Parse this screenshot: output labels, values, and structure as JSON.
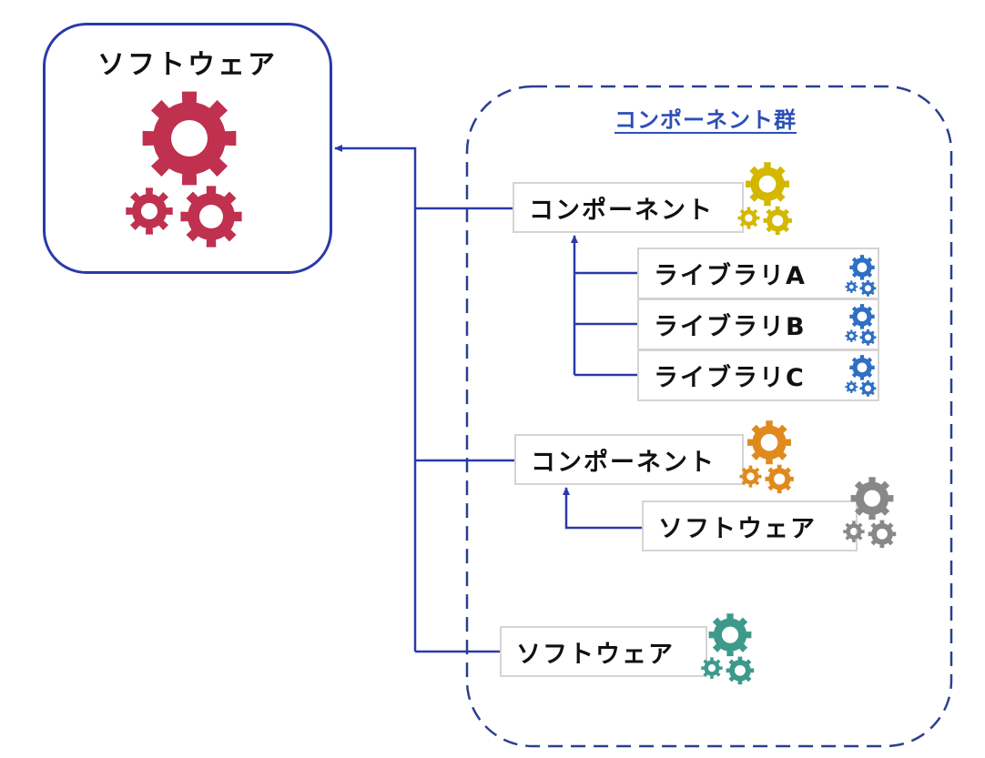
{
  "root": {
    "title": "ソフトウェア",
    "icon": "gears-icon",
    "color": "#c0304f"
  },
  "group": {
    "title": "コンポーネント群",
    "title_color": "#2c4fb7",
    "border_color": "#2b3f8f"
  },
  "connector_color": "#2a3aa8",
  "nodes": {
    "component1": {
      "label": "コンポーネント",
      "icon": "gears-icon",
      "color": "#d4b800"
    },
    "libA": {
      "label": "ライブラリA",
      "icon": "gears-icon",
      "color": "#2f6fc4"
    },
    "libB": {
      "label": "ライブラリB",
      "icon": "gears-icon",
      "color": "#2f6fc4"
    },
    "libC": {
      "label": "ライブラリC",
      "icon": "gears-icon",
      "color": "#2f6fc4"
    },
    "component2": {
      "label": "コンポーネント",
      "icon": "gears-icon",
      "color": "#e08a1e"
    },
    "software2": {
      "label": "ソフトウェア",
      "icon": "gears-icon",
      "color": "#888888"
    },
    "software3": {
      "label": "ソフトウェア",
      "icon": "gears-icon",
      "color": "#3d9a8b"
    }
  }
}
